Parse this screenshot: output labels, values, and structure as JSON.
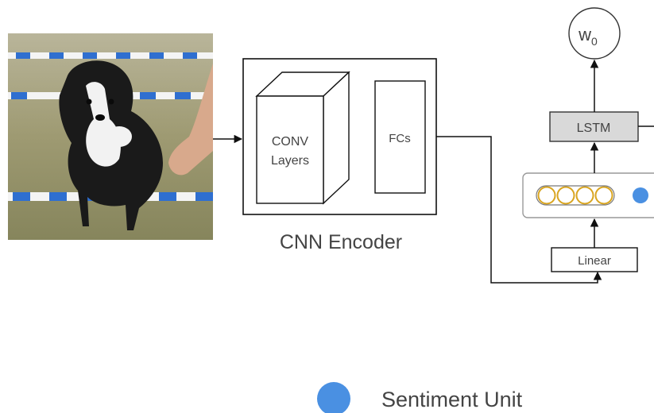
{
  "encoder": {
    "conv_line1": "CONV",
    "conv_line2": "Layers",
    "fc_label": "FCs",
    "caption": "CNN Encoder"
  },
  "decoder": {
    "linear_label": "Linear",
    "lstm_label": "LSTM",
    "output_token": "w",
    "output_subscript": "0"
  },
  "legend": {
    "sentiment_unit_label": "Sentiment Unit"
  },
  "photo": {
    "subject": "dog-jumping-agility-hurdle"
  },
  "colors": {
    "sentiment_unit": "#4a90e2",
    "neuron_stroke": "#d9a520",
    "lstm_fill": "#d9d9d9",
    "line": "#111111"
  }
}
